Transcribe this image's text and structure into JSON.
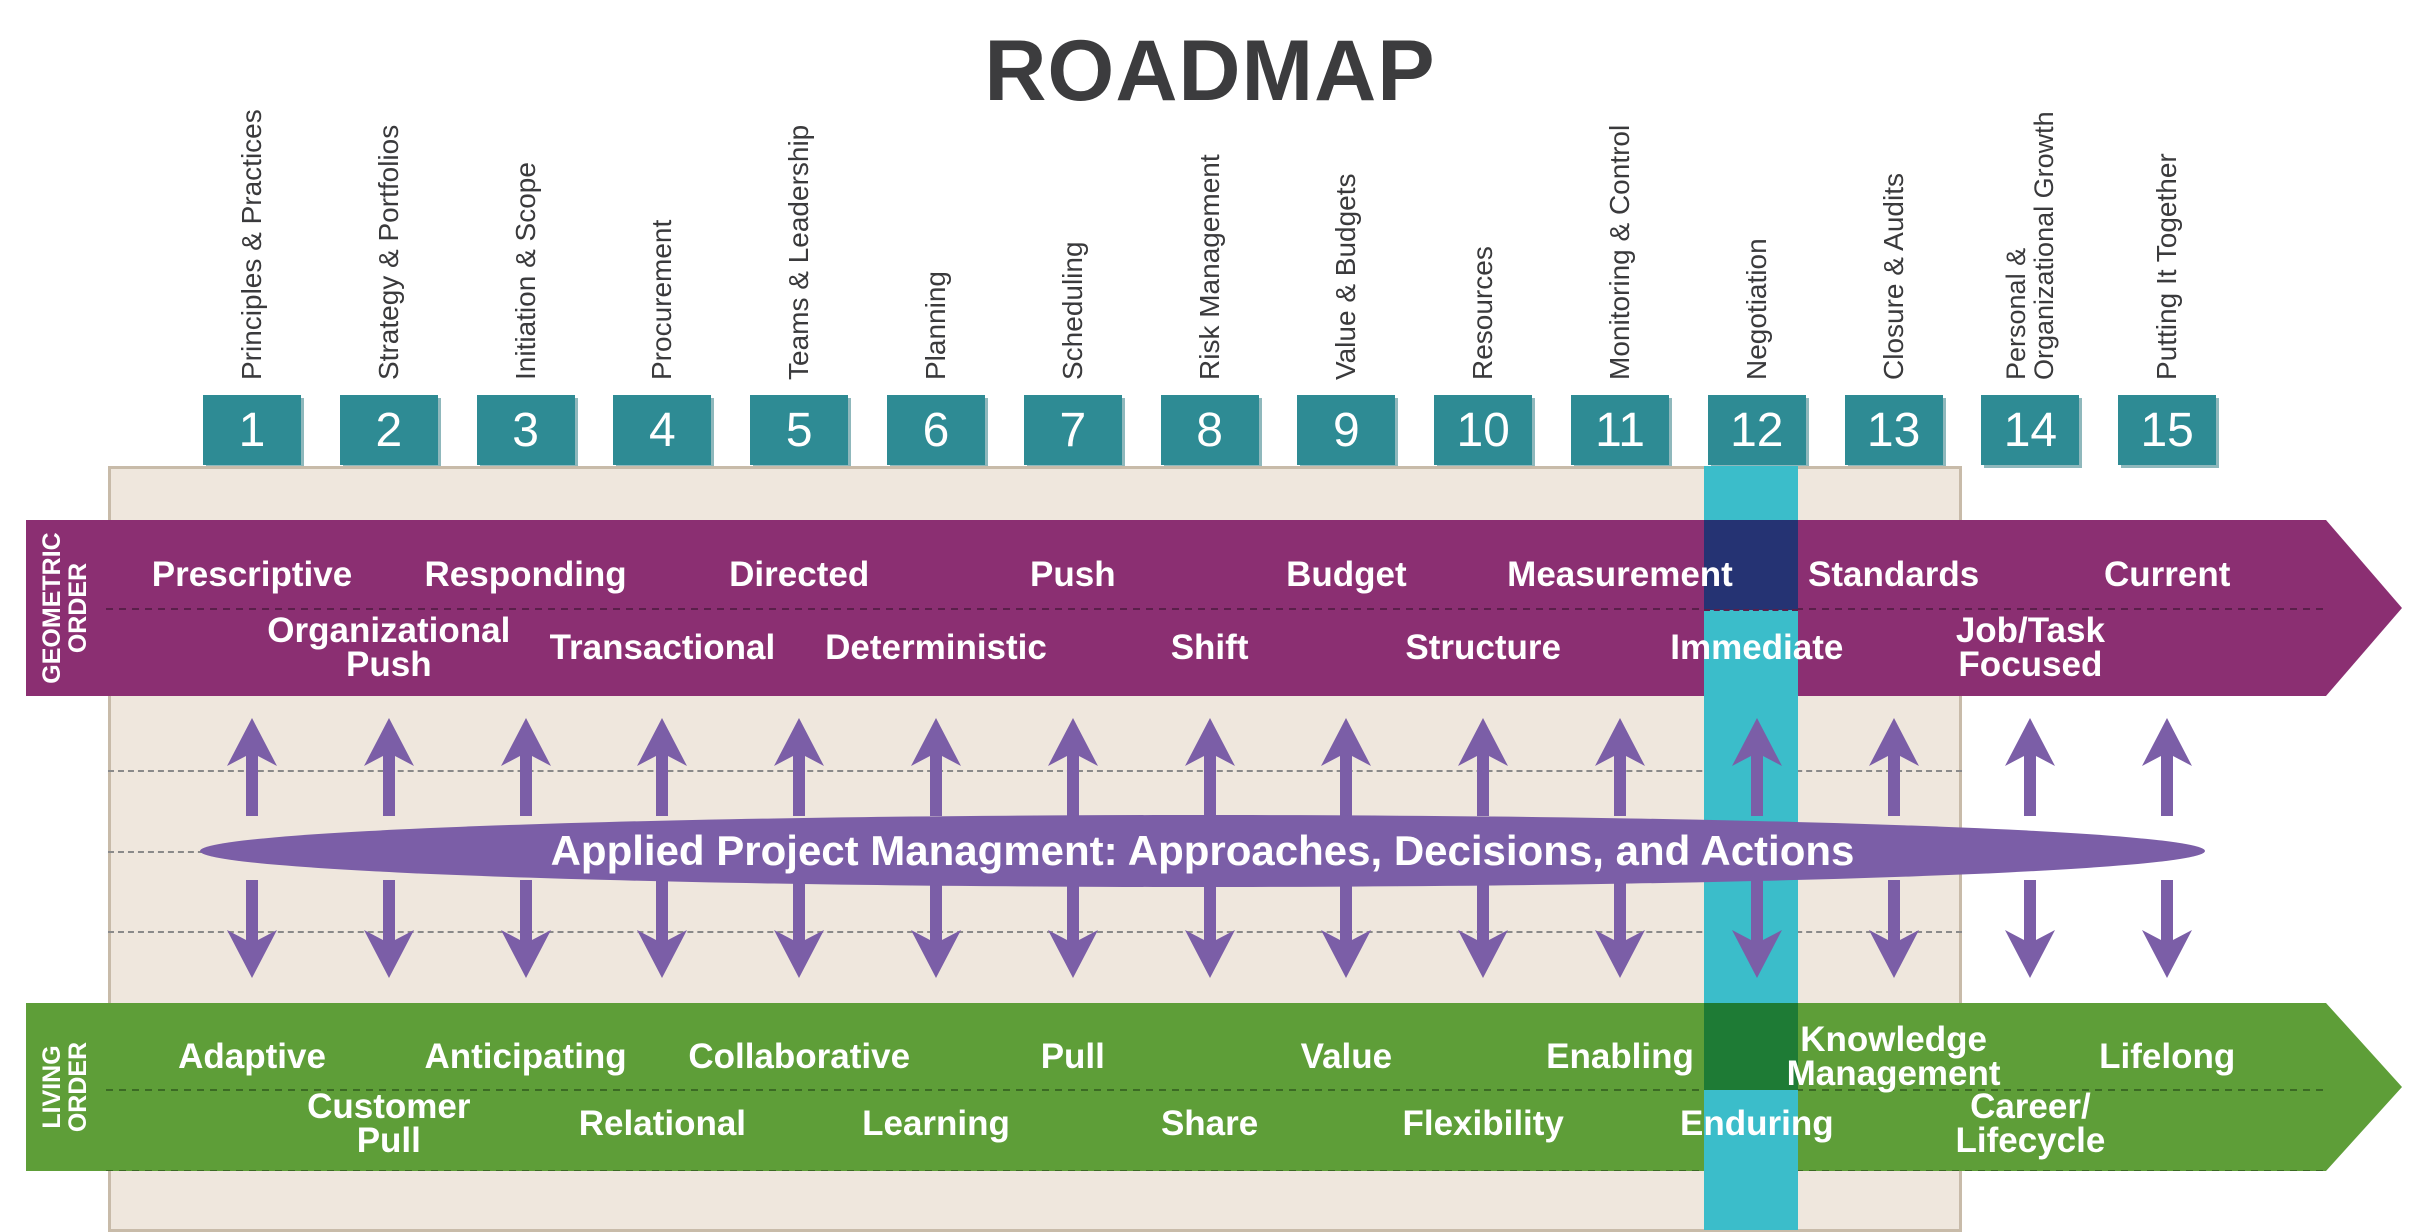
{
  "title": "ROADMAP",
  "topics": [
    {
      "num": "1",
      "label": "Principles & Practices"
    },
    {
      "num": "2",
      "label": "Strategy & Portfolios"
    },
    {
      "num": "3",
      "label": "Initiation & Scope"
    },
    {
      "num": "4",
      "label": "Procurement"
    },
    {
      "num": "5",
      "label": "Teams & Leadership"
    },
    {
      "num": "6",
      "label": "Planning"
    },
    {
      "num": "7",
      "label": "Scheduling"
    },
    {
      "num": "8",
      "label": "Risk Management"
    },
    {
      "num": "9",
      "label": "Value & Budgets"
    },
    {
      "num": "10",
      "label": "Resources"
    },
    {
      "num": "11",
      "label": "Monitoring & Control"
    },
    {
      "num": "12",
      "label": "Negotiation"
    },
    {
      "num": "13",
      "label": "Closure & Audits"
    },
    {
      "num": "14",
      "label": "Personal &",
      "label2": "Organizational Growth"
    },
    {
      "num": "15",
      "label": "Putting It Together"
    }
  ],
  "highlighted_topic": "12",
  "geometric": {
    "label_line1": "GEOMETRIC",
    "label_line2": "ORDER",
    "color": "#8b2f72",
    "words": [
      {
        "topic": 1,
        "row": 1,
        "text": "Prescriptive"
      },
      {
        "topic": 2,
        "row": 2,
        "text": "Organizational",
        "text2": "Push"
      },
      {
        "topic": 3,
        "row": 1,
        "text": "Responding"
      },
      {
        "topic": 4,
        "row": 2,
        "text": "Transactional"
      },
      {
        "topic": 5,
        "row": 1,
        "text": "Directed"
      },
      {
        "topic": 6,
        "row": 2,
        "text": "Deterministic"
      },
      {
        "topic": 7,
        "row": 1,
        "text": "Push"
      },
      {
        "topic": 8,
        "row": 2,
        "text": "Shift"
      },
      {
        "topic": 9,
        "row": 1,
        "text": "Budget"
      },
      {
        "topic": 10,
        "row": 2,
        "text": "Structure"
      },
      {
        "topic": 11,
        "row": 1,
        "text": "Measurement"
      },
      {
        "topic": 12,
        "row": 2,
        "text": "Immediate"
      },
      {
        "topic": 13,
        "row": 1,
        "text": "Standards"
      },
      {
        "topic": 14,
        "row": 2,
        "text": "Job/Task",
        "text2": "Focused"
      },
      {
        "topic": 15,
        "row": 1,
        "text": "Current"
      }
    ]
  },
  "living": {
    "label_line1": "LIVING",
    "label_line2": "ORDER",
    "color": "#5e9e38",
    "words": [
      {
        "topic": 1,
        "row": 1,
        "text": "Adaptive"
      },
      {
        "topic": 2,
        "row": 2,
        "text": "Customer",
        "text2": "Pull"
      },
      {
        "topic": 3,
        "row": 1,
        "text": "Anticipating"
      },
      {
        "topic": 4,
        "row": 2,
        "text": "Relational"
      },
      {
        "topic": 5,
        "row": 1,
        "text": "Collaborative"
      },
      {
        "topic": 6,
        "row": 2,
        "text": "Learning"
      },
      {
        "topic": 7,
        "row": 1,
        "text": "Pull"
      },
      {
        "topic": 8,
        "row": 2,
        "text": "Share"
      },
      {
        "topic": 9,
        "row": 1,
        "text": "Value"
      },
      {
        "topic": 10,
        "row": 2,
        "text": "Flexibility"
      },
      {
        "topic": 11,
        "row": 1,
        "text": "Enabling"
      },
      {
        "topic": 12,
        "row": 2,
        "text": "Enduring"
      },
      {
        "topic": 13,
        "row": 1,
        "text": "Knowledge",
        "text2": "Management"
      },
      {
        "topic": 14,
        "row": 2,
        "text": "Career/",
        "text2": "Lifecycle"
      },
      {
        "topic": 15,
        "row": 1,
        "text": "Lifelong"
      }
    ]
  },
  "center": {
    "text": "Applied Project Managment: Approaches, Decisions, and Actions",
    "color": "#7b5ea7"
  },
  "colors": {
    "num_tab": "#2e8b94",
    "highlight": "#3bbdca",
    "highlight_geometric": "#253373",
    "highlight_living": "#1e7b35",
    "arrow": "#7b5ea7",
    "panel": "#efe7dd"
  }
}
